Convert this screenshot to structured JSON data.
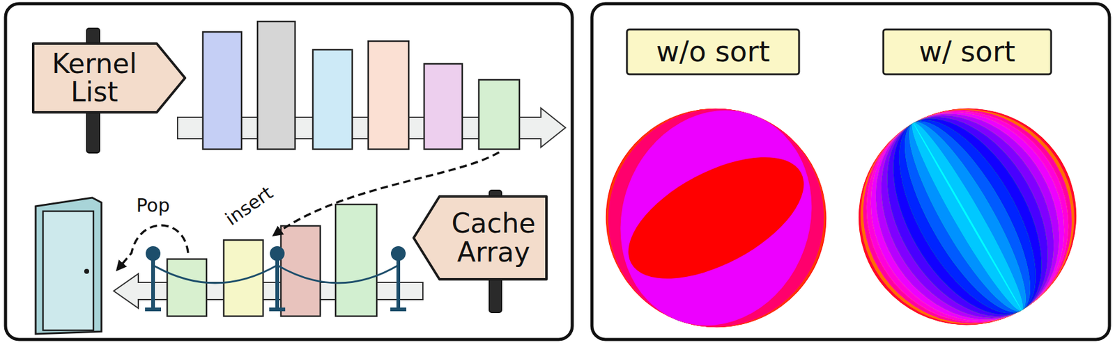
{
  "diagram": {
    "nodes": [
      {
        "text": [
          "Kernel List"
        ]
      },
      {
        "text": [
          "Cache Array"
        ]
      },
      {
        "text": [
          "w/o sort"
        ]
      },
      {
        "text": [
          "w/ sort"
        ]
      }
    ],
    "labels": [
      "Pop",
      "insert"
    ]
  }
}
